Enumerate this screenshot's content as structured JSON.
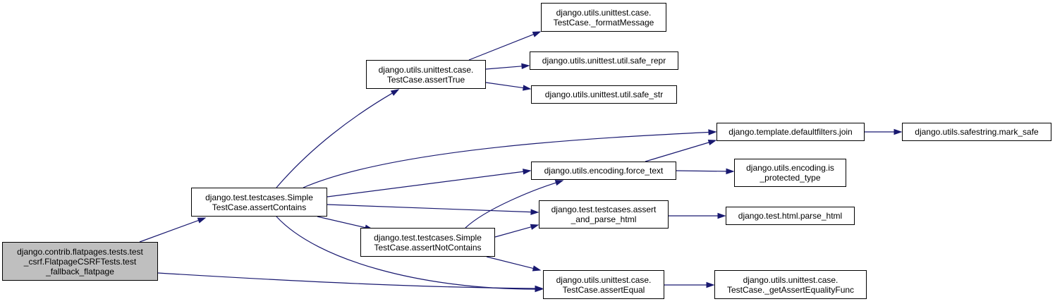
{
  "graph": {
    "edge_color": "#191970",
    "root_fill": "#bfbfbf",
    "nodes": {
      "root": {
        "lines": [
          "django.contrib.flatpages.tests.test",
          "_csrf.FlatpageCSRFTests.test",
          "_fallback_flatpage"
        ]
      },
      "assertContains": {
        "lines": [
          "django.test.testcases.Simple",
          "TestCase.assertContains"
        ]
      },
      "assertTrue": {
        "lines": [
          "django.utils.unittest.case.",
          "TestCase.assertTrue"
        ]
      },
      "formatMessage": {
        "lines": [
          "django.utils.unittest.case.",
          "TestCase._formatMessage"
        ]
      },
      "safeRepr": {
        "lines": [
          "django.utils.unittest.util.safe_repr"
        ]
      },
      "safeStr": {
        "lines": [
          "django.utils.unittest.util.safe_str"
        ]
      },
      "join": {
        "lines": [
          "django.template.defaultfilters.join"
        ]
      },
      "markSafe": {
        "lines": [
          "django.utils.safestring.mark_safe"
        ]
      },
      "forceText": {
        "lines": [
          "django.utils.encoding.force_text"
        ]
      },
      "isProtected": {
        "lines": [
          "django.utils.encoding.is",
          "_protected_type"
        ]
      },
      "assertAndParse": {
        "lines": [
          "django.test.testcases.assert",
          "_and_parse_html"
        ]
      },
      "parseHtml": {
        "lines": [
          "django.test.html.parse_html"
        ]
      },
      "assertNotContains": {
        "lines": [
          "django.test.testcases.Simple",
          "TestCase.assertNotContains"
        ]
      },
      "assertEqual": {
        "lines": [
          "django.utils.unittest.case.",
          "TestCase.assertEqual"
        ]
      },
      "getAssertEq": {
        "lines": [
          "django.utils.unittest.case.",
          "TestCase._getAssertEqualityFunc"
        ]
      }
    },
    "edges": [
      [
        "root",
        "assertContains"
      ],
      [
        "root",
        "assertEqual"
      ],
      [
        "assertContains",
        "assertTrue"
      ],
      [
        "assertContains",
        "join"
      ],
      [
        "assertContains",
        "forceText"
      ],
      [
        "assertContains",
        "assertAndParse"
      ],
      [
        "assertContains",
        "assertNotContains"
      ],
      [
        "assertContains",
        "assertEqual"
      ],
      [
        "assertTrue",
        "formatMessage"
      ],
      [
        "assertTrue",
        "safeRepr"
      ],
      [
        "assertTrue",
        "safeStr"
      ],
      [
        "join",
        "markSafe"
      ],
      [
        "forceText",
        "join"
      ],
      [
        "forceText",
        "isProtected"
      ],
      [
        "assertAndParse",
        "parseHtml"
      ],
      [
        "assertNotContains",
        "forceText"
      ],
      [
        "assertNotContains",
        "assertAndParse"
      ],
      [
        "assertNotContains",
        "assertEqual"
      ],
      [
        "assertEqual",
        "getAssertEq"
      ]
    ]
  }
}
